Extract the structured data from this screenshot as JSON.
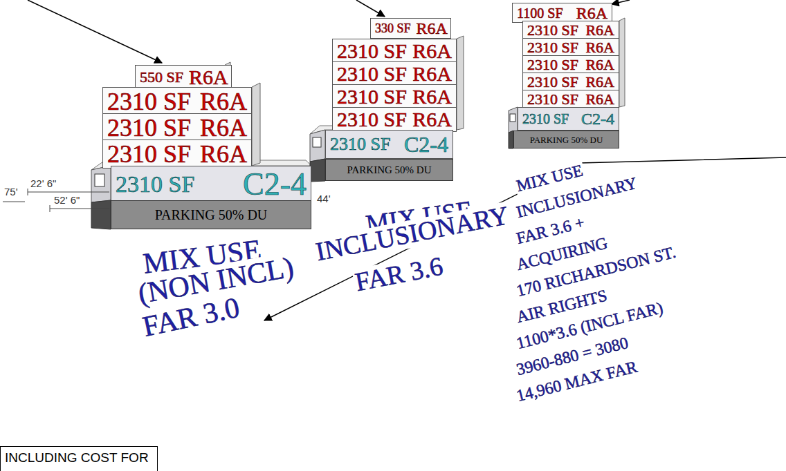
{
  "diagram": {
    "nodes": [
      {
        "text": [
          "550 SF",
          "R6A"
        ]
      },
      {
        "text": [
          "2310 SF",
          "R6A"
        ]
      },
      {
        "text": [
          "2310 SF",
          "R6A"
        ]
      },
      {
        "text": [
          "2310 SF",
          "R6A"
        ]
      },
      {
        "text": [
          "2310 SF",
          "C2-4"
        ]
      },
      {
        "text": [
          "PARKING 50% DU"
        ]
      },
      {
        "text": [
          "330 SF",
          "R6A"
        ]
      },
      {
        "text": [
          "2310 SF",
          "R6A"
        ]
      },
      {
        "text": [
          "2310 SF",
          "R6A"
        ]
      },
      {
        "text": [
          "2310 SF",
          "R6A"
        ]
      },
      {
        "text": [
          "2310 SF",
          "R6A"
        ]
      },
      {
        "text": [
          "2310 SF",
          "C2-4"
        ]
      },
      {
        "text": [
          "PARKING 50% DU"
        ]
      },
      {
        "text": [
          "1100 SF",
          "R6A"
        ]
      },
      {
        "text": [
          "2310 SF",
          "R6A"
        ]
      },
      {
        "text": [
          "2310 SF",
          "R6A"
        ]
      },
      {
        "text": [
          "2310 SF",
          "R6A"
        ]
      },
      {
        "text": [
          "2310 SF",
          "R6A"
        ]
      },
      {
        "text": [
          "2310 SF",
          "R6A"
        ]
      },
      {
        "text": [
          "2310 SF",
          "C2-4"
        ]
      },
      {
        "text": [
          "PARKING 50% DU"
        ]
      },
      {
        "text": [
          "INCLUDING COST FOR"
        ]
      }
    ],
    "labels": [
      "22' 6\"",
      "75'",
      "52' 6\"",
      "44'",
      "MIX USE",
      "(NON INCL)",
      "FAR 3.0",
      "MIX USE",
      "INCLUSIONARY",
      "FAR 3.6",
      "MIX USE",
      "INCLUSIONARY",
      "FAR 3.6 +",
      "ACQUIRING",
      "170 RICHARDSON ST.",
      "AIR RIGHTS",
      "1100*3.6 (INCL FAR)",
      "3960-880 = 3080",
      "14,960 MAX FAR"
    ]
  }
}
